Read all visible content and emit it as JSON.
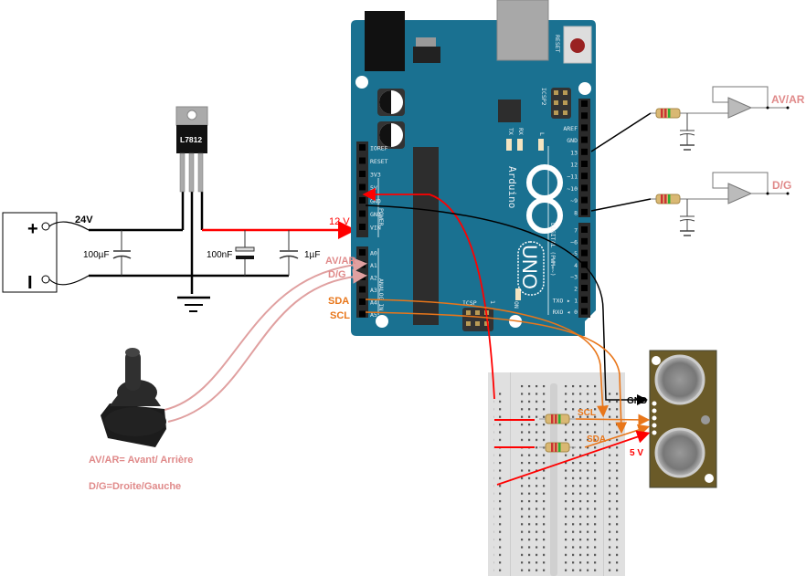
{
  "power_supply": {
    "plus_symbol": "+",
    "minus_symbol": "I",
    "voltage_label": "24V"
  },
  "regulator": {
    "part": "L7812"
  },
  "capacitors": {
    "input": "100µF",
    "output_a": "100nF",
    "output_b": "1µF"
  },
  "rails": {
    "vin_label": "12 V"
  },
  "arduino": {
    "brand": "Arduino",
    "model": "UNO",
    "reset_label": "RESET",
    "icsp2_label": "ICSP2",
    "icsp_label": "ICSP",
    "icsp_pin1": "1",
    "led_labels": [
      "TX",
      "RX",
      "L"
    ],
    "on_label": "ON",
    "power_header_title": "POWER",
    "analog_header_title": "ANALOG IN",
    "digital_header_title": "DIGITAL (PWM=~)",
    "power_pins": [
      "IOREF",
      "RESET",
      "3V3",
      "5V",
      "GND",
      "GND",
      "VIN"
    ],
    "analog_pins": [
      "A0",
      "A1",
      "A2",
      "A3",
      "A4",
      "A5"
    ],
    "digital_top_pins": [
      "",
      "",
      "AREF",
      "GND",
      "13",
      "12",
      "~11",
      "~10",
      "~9",
      "8"
    ],
    "digital_bottom_pins": [
      "7",
      "~6",
      "~5",
      "4",
      "~3",
      "2",
      "TXO ▸ 1",
      "RXO ◂ 0"
    ]
  },
  "signal_labels": {
    "av_ar": "AV/AR",
    "d_g": "D/G",
    "sda": "SDA",
    "scl": "SCL"
  },
  "filters": [
    {
      "output_label": "AV/AR",
      "arduino_pin": "13"
    },
    {
      "output_label": "D/G",
      "arduino_pin": "8"
    }
  ],
  "sensor_wiring": {
    "gnd": "GND",
    "scl": "SCL",
    "sda": "SDA",
    "vcc": "5 V"
  },
  "legend": {
    "line1": "AV/AR= Avant/ Arrière",
    "line2": "D/G=Droite/Gauche"
  },
  "colors": {
    "board": "#1a7191",
    "wire_power": "#ff0000",
    "wire_i2c": "#e8761a",
    "wire_joystick": "#e0a0a0",
    "label_pink": "#e08a8a",
    "label_orange": "#e8761a"
  }
}
